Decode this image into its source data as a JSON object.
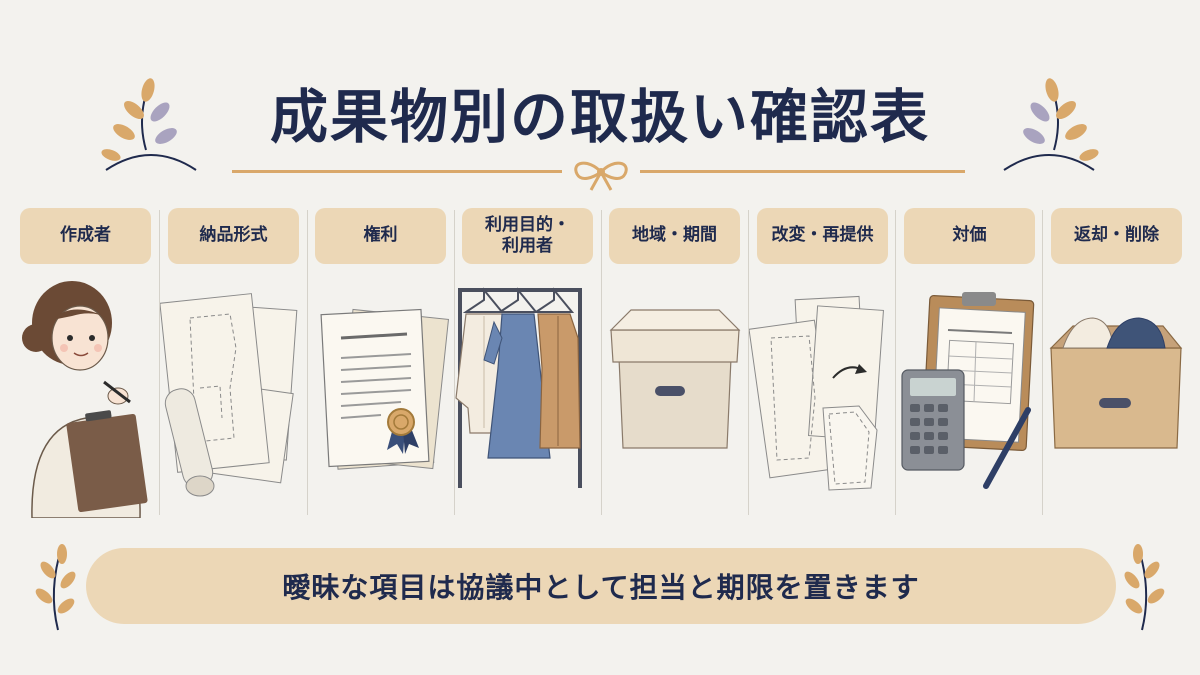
{
  "title": "成果物別の取扱い確認表",
  "columns": [
    {
      "label": "作成者",
      "icon": "designer-with-clipboard-icon"
    },
    {
      "label": "納品形式",
      "icon": "pattern-paper-icon"
    },
    {
      "label": "権利",
      "icon": "certificate-document-icon"
    },
    {
      "label": "利用目的・\n利用者",
      "icon": "clothing-rack-icon"
    },
    {
      "label": "地域・期間",
      "icon": "storage-box-icon"
    },
    {
      "label": "改変・再提供",
      "icon": "modified-pattern-icon"
    },
    {
      "label": "対価",
      "icon": "calculator-invoice-icon"
    },
    {
      "label": "返却・削除",
      "icon": "return-box-icon"
    }
  ],
  "footer": "曖昧な項目は協議中として担当と期限を置きます",
  "colors": {
    "navy": "#1f2a4d",
    "beige": "#ecd7b6",
    "gold": "#d9a86a",
    "background": "#f3f2ee"
  }
}
